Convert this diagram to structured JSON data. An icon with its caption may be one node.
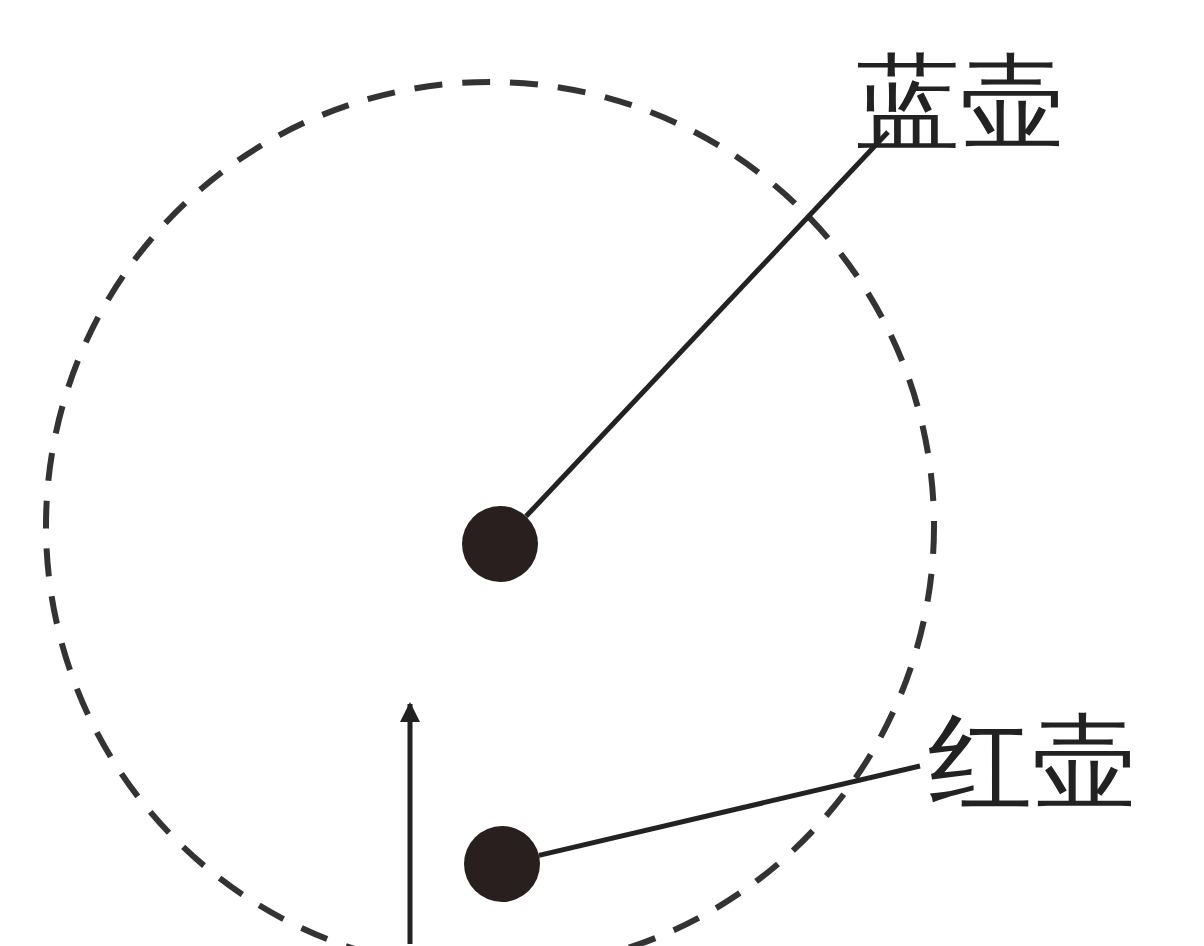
{
  "diagram": {
    "nodes": [
      {
        "text": [
          "蓝壶"
        ]
      },
      {
        "text": [],
        "shape": "circle"
      },
      {
        "text": [
          "红壶"
        ]
      },
      {
        "text": [],
        "shape": "circle"
      }
    ],
    "edges": [
      {
        "from": 0,
        "to": 1,
        "arrow": "none"
      },
      {
        "from": 2,
        "to": 3,
        "arrow": "none"
      }
    ]
  }
}
